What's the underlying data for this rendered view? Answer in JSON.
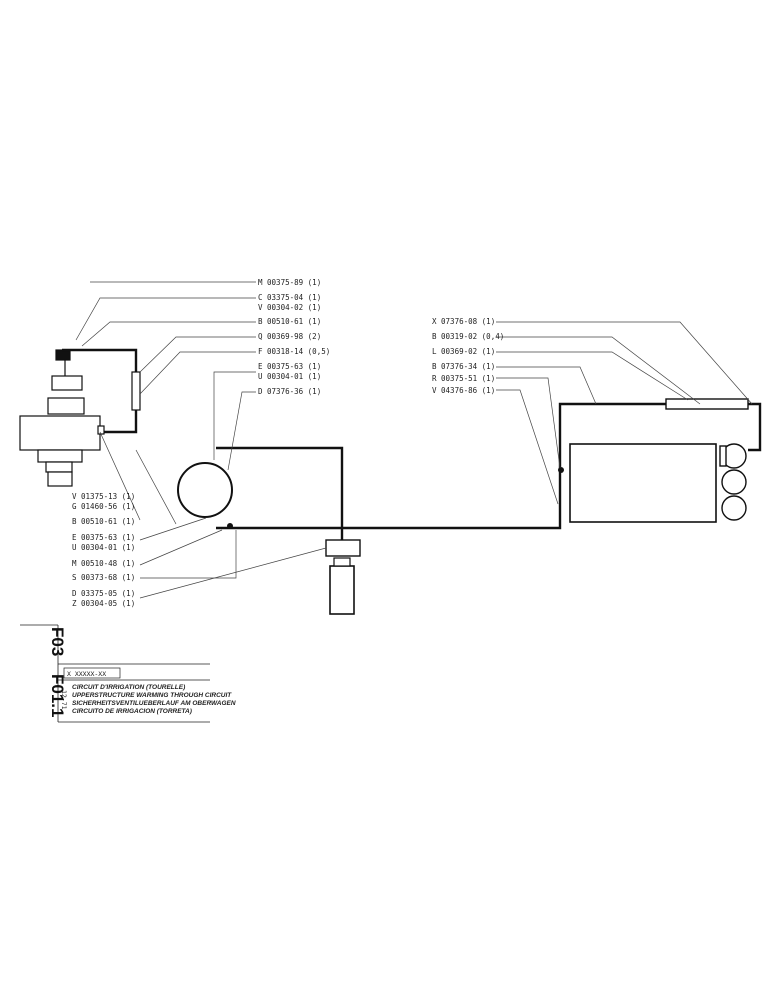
{
  "parts_left": {
    "M": "M 00375-89 (1)",
    "C": "C 03375-04 (1)",
    "V1": "V 00304-02 (1)",
    "B1": "B 00510-61 (1)",
    "Q": "Q 00369-98 (2)",
    "F": "F 00318-14 (0,5)",
    "E1": "E 00375-63 (1)",
    "U1": "U 00304-01 (1)",
    "D1": "D 07376-36 (1)"
  },
  "parts_bottom_left": {
    "V2": "V 01375-13 (1)",
    "G": "G 01460-56 (1)",
    "B2": "B 00510-61 (1)",
    "E2": "E 00375-63 (1)",
    "U2": "U 00304-01 (1)",
    "M2": "M 00510-48 (1)",
    "S": "S 00373-68 (1)",
    "D2": "D 03375-05 (1)",
    "Z": "Z 00304-05 (1)"
  },
  "parts_right": {
    "X": "X 07376-08 (1)",
    "B3": "B 00319-02 (0,4)",
    "L": "L 00369-02 (1)",
    "B4": "B 07376-34 (1)",
    "R": "R 00375-51 (1)",
    "V3": "V 04376-86 (1)"
  },
  "sheet": {
    "code_primary": "F03",
    "code_secondary": "F01.1",
    "date": "12-71",
    "ref": "X XXXXX-XX",
    "titles": [
      "CIRCUIT D'IRRIGATION (TOURELLE)",
      "UPPERSTRUCTURE WARMING THROUGH CIRCUIT",
      "SICHERHEITSVENTILUEBERLAUF AM OBERWAGEN",
      "CIRCUITO DE IRRIGACION (TORRETA)"
    ]
  }
}
